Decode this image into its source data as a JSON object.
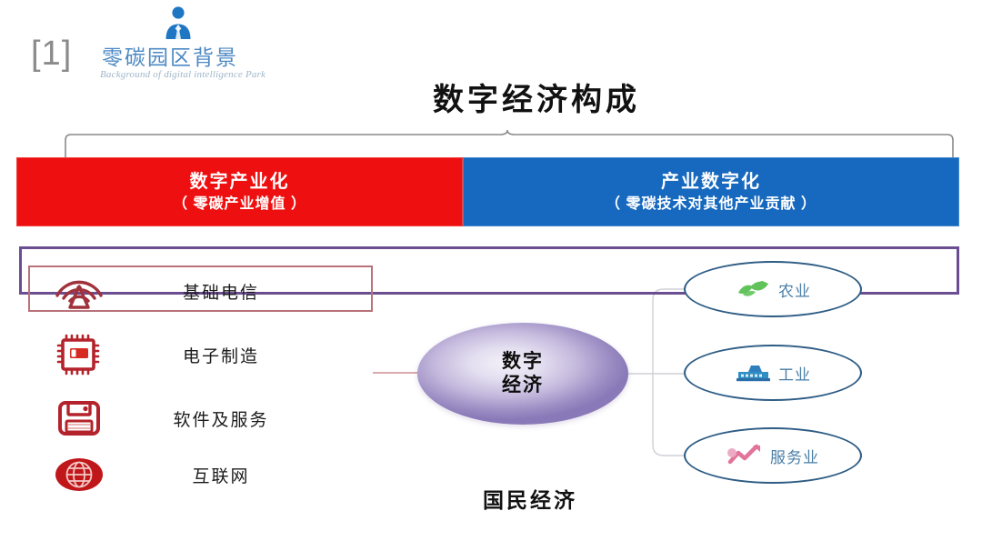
{
  "header": {
    "number": "[1]",
    "title": "零碳园区背景",
    "subtitle": "Background of digital intelligence Park",
    "person_icon": "person-icon"
  },
  "main_title": "数字经济构成",
  "bars": [
    {
      "id": "digital-industrialization",
      "line1": "数字产业化",
      "line2": "（ 零碳产业增值 ）",
      "color": "#ee1010"
    },
    {
      "id": "industry-digitalization",
      "line1": "产业数字化",
      "line2": "（ 零碳技术对其他产业贡献 ）",
      "color": "#1669be"
    }
  ],
  "left_items": [
    {
      "label": "基础电信",
      "icon": "antenna-signal-icon"
    },
    {
      "label": "电子制造",
      "icon": "microchip-icon"
    },
    {
      "label": "软件及服务",
      "icon": "floppy-disk-icon"
    },
    {
      "label": "互联网",
      "icon": "globe-icon"
    }
  ],
  "center_node": {
    "line1": "数字",
    "line2": "经济",
    "fill": "#b0a2ce"
  },
  "right_items": [
    {
      "label": "农业",
      "icon": "green-leaf-icon",
      "icon_color": "#46b93e"
    },
    {
      "label": "工业",
      "icon": "factory-icon",
      "icon_color": "#2f7fbf"
    },
    {
      "label": "服务业",
      "icon": "service-chart-icon",
      "icon_color": "#e08aa8"
    }
  ],
  "bottom_caption": "国民经济",
  "colors": {
    "red_bar": "#ee1010",
    "blue_bar": "#1669be",
    "purple_outline": "#6b4d92",
    "red_outline": "#b9727a",
    "oval_outline": "#2f5d85",
    "oval_text": "#4a7fa8",
    "header_blue": "#3f7fbf",
    "bracket_gray": "#8a8a8a"
  }
}
